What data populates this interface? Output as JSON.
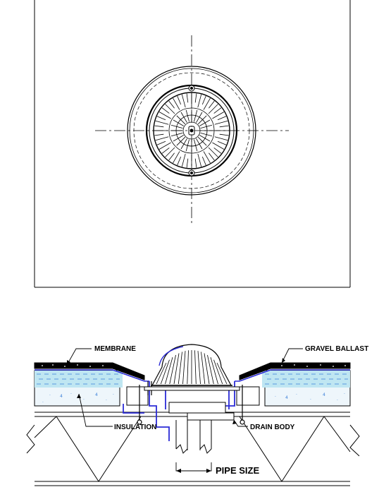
{
  "drawing": {
    "labels": {
      "membrane": "MEMBRANE",
      "gravel_ballast": "GRAVEL BALLAST",
      "insulation": "INSULATION",
      "drain_body": "DRAIN BODY",
      "pipe_size": "PIPE SIZE"
    },
    "colors": {
      "line": "#000000",
      "membrane_blue": "#2b2bd6",
      "insulation_fill": "#bfe6f2",
      "dash_blue": "#3a7fd8",
      "concrete_fill": "#eef6fb"
    }
  }
}
